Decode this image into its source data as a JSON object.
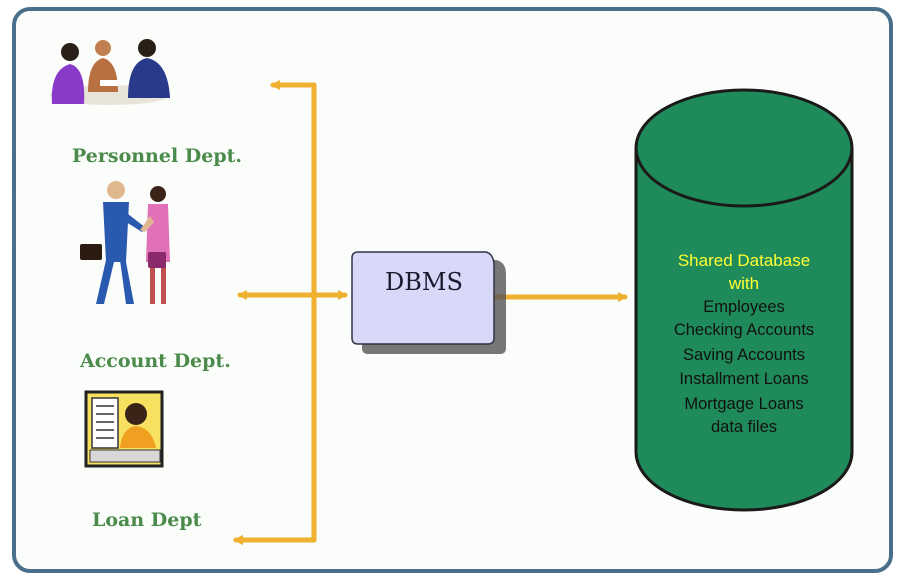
{
  "departments": [
    {
      "label": "Personnel Dept.",
      "icon": "meeting-people-icon"
    },
    {
      "label": "Account Dept.",
      "icon": "handshake-people-icon"
    },
    {
      "label": "Loan Dept",
      "icon": "clerk-at-desk-icon"
    }
  ],
  "dbms": {
    "label": "DBMS"
  },
  "database": {
    "title_line1": "Shared Database",
    "title_line2": "with",
    "items": [
      "Employees",
      "Checking Accounts",
      "Saving Accounts",
      "Installment Loans",
      "Mortgage Loans",
      "data files"
    ]
  },
  "colors": {
    "frame_border": "#4a6f8a",
    "frame_fill": "#fbfdfb",
    "connector": "#f0b030",
    "dept_text": "#4a8a4a",
    "dbms_fill": "#d8d8f8",
    "dbms_shadow": "#555555",
    "database_fill": "#1f8a5a",
    "database_title": "#ffff33"
  }
}
